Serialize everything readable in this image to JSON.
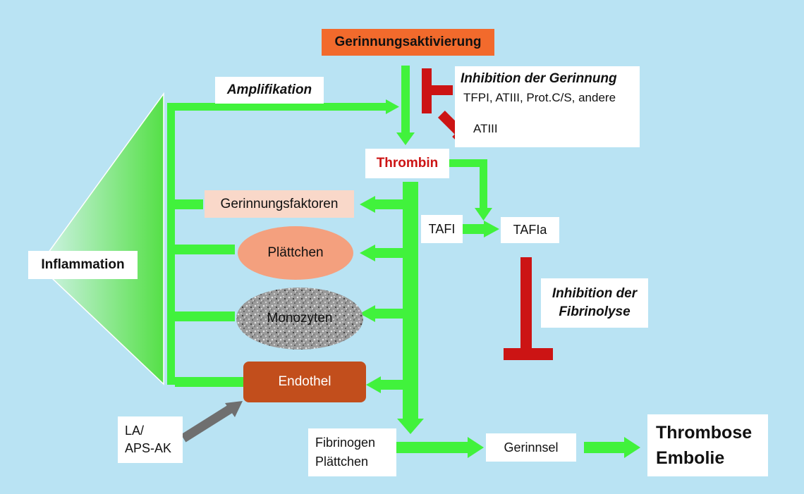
{
  "colors": {
    "background": "#b9e3f3",
    "arrow_green": "#41f23c",
    "inhibit_red": "#cc1414",
    "activation_orange": "#f26a2c",
    "endothel_brown": "#c24e1c",
    "plaettchen_salmon": "#f4a07e",
    "gerinnungsfaktoren_pink": "#f9d8c9",
    "aps_arrow_gray": "#6f6f6f"
  },
  "nodes": {
    "gerinnungsaktivierung": "Gerinnungsaktivierung",
    "inhibition_gerinnung_title": "Inhibition der Gerinnung",
    "inhibition_gerinnung_sub": "TFPI, ATIII, Prot.C/S, andere",
    "atiii": "ATIII",
    "thrombin": "Thrombin",
    "amplifikation": "Amplifikation",
    "inflammation": "Inflammation",
    "gerinnungsfaktoren": "Gerinnungsfaktoren",
    "plaettchen": "Plättchen",
    "monozyten": "Monozyten",
    "endothel": "Endothel",
    "tafi": "TAFI",
    "tafia": "TAFIa",
    "inhibition_fibrinolyse_line1": "Inhibition der",
    "inhibition_fibrinolyse_line2": "Fibrinolyse",
    "la_line1": "LA/",
    "la_line2": "APS-AK",
    "fibrinogen_line1": "Fibrinogen",
    "fibrinogen_line2": "Plättchen",
    "gerinnsel": "Gerinnsel",
    "thrombose": "Thrombose",
    "embolie": "Embolie"
  }
}
